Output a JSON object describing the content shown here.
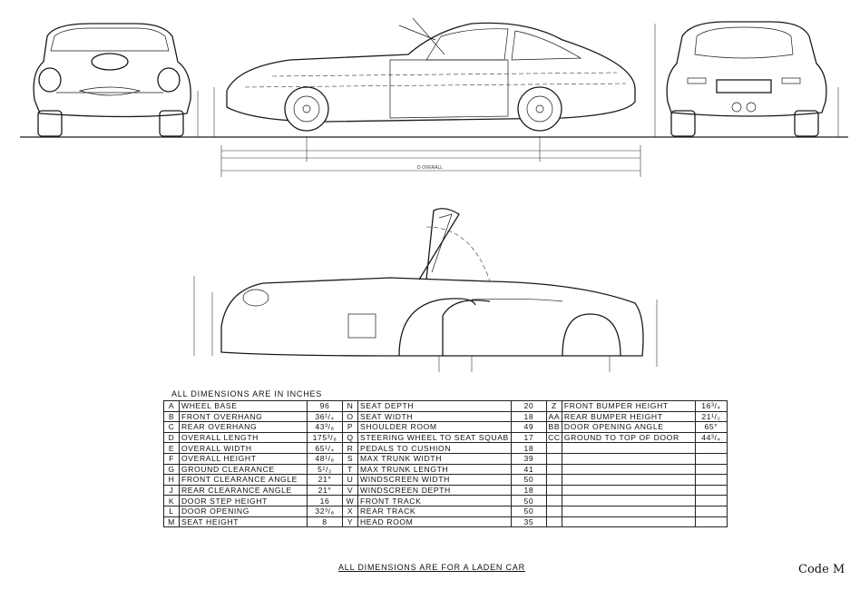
{
  "heading": "ALL DIMENSIONS ARE IN INCHES",
  "footer": "ALL DIMENSIONS ARE FOR A LADEN CAR",
  "code": "Code M",
  "overall_label": "D OVERALL",
  "dimensions": {
    "col1": [
      {
        "k": "A",
        "name": "WHEEL BASE",
        "value": "96"
      },
      {
        "k": "B",
        "name": "FRONT OVERHANG",
        "value": "36¹/₄"
      },
      {
        "k": "C",
        "name": "REAR OVERHANG",
        "value": "43³/₈"
      },
      {
        "k": "D",
        "name": "OVERALL LENGTH",
        "value": "175³/₈"
      },
      {
        "k": "E",
        "name": "OVERALL WIDTH",
        "value": "65¹/₄"
      },
      {
        "k": "F",
        "name": "OVERALL HEIGHT",
        "value": "48¹/₈"
      },
      {
        "k": "G",
        "name": "GROUND CLEARANCE",
        "value": "5¹/₂"
      },
      {
        "k": "H",
        "name": "FRONT CLEARANCE ANGLE",
        "value": "21°"
      },
      {
        "k": "J",
        "name": "REAR CLEARANCE ANGLE",
        "value": "21°"
      },
      {
        "k": "K",
        "name": "DOOR STEP HEIGHT",
        "value": "16"
      },
      {
        "k": "L",
        "name": "DOOR OPENING",
        "value": "32³/₈"
      },
      {
        "k": "M",
        "name": "SEAT HEIGHT",
        "value": "8"
      }
    ],
    "col2": [
      {
        "k": "N",
        "name": "SEAT DEPTH",
        "value": "20"
      },
      {
        "k": "O",
        "name": "SEAT WIDTH",
        "value": "18"
      },
      {
        "k": "P",
        "name": "SHOULDER ROOM",
        "value": "49"
      },
      {
        "k": "Q",
        "name": "STEERING WHEEL TO SEAT SQUAB",
        "value": "17"
      },
      {
        "k": "R",
        "name": "PEDALS TO CUSHION",
        "value": "18"
      },
      {
        "k": "S",
        "name": "MAX TRUNK WIDTH",
        "value": "39"
      },
      {
        "k": "T",
        "name": "MAX TRUNK LENGTH",
        "value": "41"
      },
      {
        "k": "U",
        "name": "WINDSCREEN WIDTH",
        "value": "50"
      },
      {
        "k": "V",
        "name": "WINDSCREEN DEPTH",
        "value": "18"
      },
      {
        "k": "W",
        "name": "FRONT TRACK",
        "value": "50"
      },
      {
        "k": "X",
        "name": "REAR TRACK",
        "value": "50"
      },
      {
        "k": "Y",
        "name": "HEAD ROOM",
        "value": "35"
      }
    ],
    "col3": [
      {
        "k": "Z",
        "name": "FRONT BUMPER HEIGHT",
        "value": "16³/₄"
      },
      {
        "k": "AA",
        "name": "REAR BUMPER HEIGHT",
        "value": "21¹/₂"
      },
      {
        "k": "BB",
        "name": "DOOR OPENING ANGLE",
        "value": "65°"
      },
      {
        "k": "CC",
        "name": "GROUND TO TOP OF DOOR",
        "value": "44³/₄"
      },
      {
        "k": "",
        "name": "",
        "value": ""
      },
      {
        "k": "",
        "name": "",
        "value": ""
      },
      {
        "k": "",
        "name": "",
        "value": ""
      },
      {
        "k": "",
        "name": "",
        "value": ""
      },
      {
        "k": "",
        "name": "",
        "value": ""
      },
      {
        "k": "",
        "name": "",
        "value": ""
      },
      {
        "k": "",
        "name": "",
        "value": ""
      },
      {
        "k": "",
        "name": "",
        "value": ""
      }
    ]
  }
}
